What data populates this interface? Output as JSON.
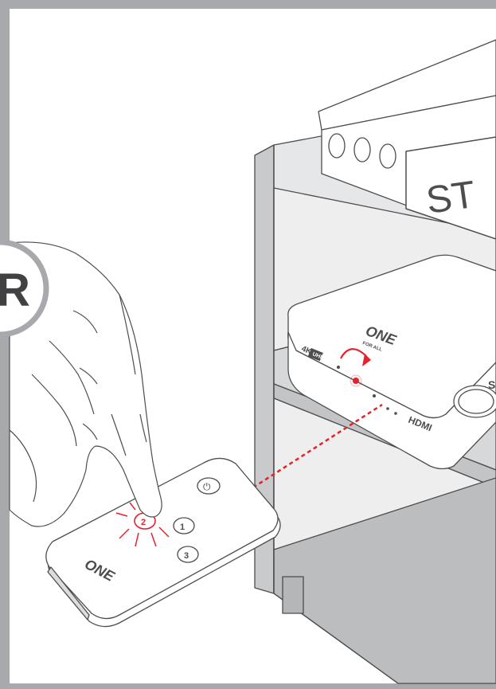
{
  "illustration": {
    "stb_label": "ST",
    "badge_letter": "R",
    "brand_logo_line1": "ONE",
    "brand_logo_line2": "FOR ALL",
    "switch_format_badge": "4K",
    "switch_format_badge2": "UHD",
    "switch_interface_label": "HDMI",
    "switch_side_label": "S",
    "remote_buttons": {
      "power": "⏻",
      "input_1": "1",
      "input_2": "2",
      "input_3": "3"
    },
    "remote_side_print": "ONE"
  },
  "colors": {
    "frame": "#a7a9ac",
    "line": "#4d4d4f",
    "cabinet_fill": "#dcdcdd",
    "cabinet_shelf_fill": "#b5b6b8",
    "cabinet_inner": "#f0f0f0",
    "accent_red": "#e8202a",
    "white": "#ffffff"
  }
}
